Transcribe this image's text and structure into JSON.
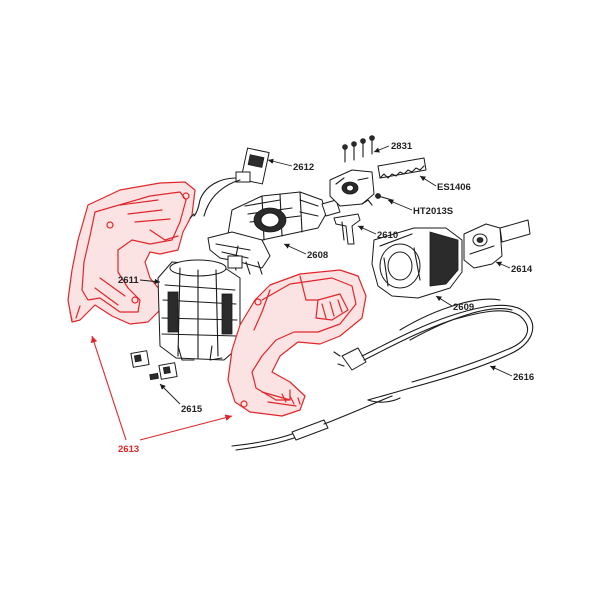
{
  "colors": {
    "highlight": "#e0262b",
    "ink": "#1a1a1a",
    "background": "#ffffff"
  },
  "parts": {
    "p2831": "2831",
    "p2612": "2612",
    "pES1406": "ES1406",
    "pHT2013S": "HT2013S",
    "p2610": "2610",
    "p2608": "2608",
    "p2611": "2611",
    "p2614": "2614",
    "p2609": "2609",
    "p2616": "2616",
    "p2615": "2615",
    "p2613": "2613"
  }
}
